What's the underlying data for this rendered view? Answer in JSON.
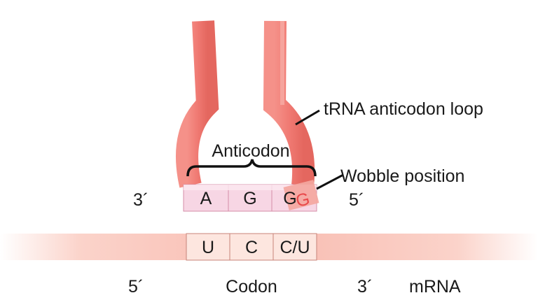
{
  "labels": {
    "trna_loop": "tRNA anticodon loop",
    "anticodon": "Anticodon",
    "wobble": "Wobble position",
    "codon": "Codon",
    "mrna": "mRNA"
  },
  "trna_ends": {
    "left": "3´",
    "right": "5´"
  },
  "mrna_ends": {
    "left": "5´",
    "right": "3´"
  },
  "anticodon_bases": [
    "A",
    "G",
    "G"
  ],
  "wobble_base": "G",
  "codon_bases": [
    "U",
    "C",
    "C/U"
  ],
  "colors": {
    "trna": "#f07f78",
    "trna_dark": "#e0645d",
    "anticodon_box": "#f7d6e4",
    "codon_box": "#fde6df",
    "mrna_band": "#f9c2b7",
    "wobble_patch": "#f4a79f",
    "wobble_letter": "#e8484a"
  }
}
